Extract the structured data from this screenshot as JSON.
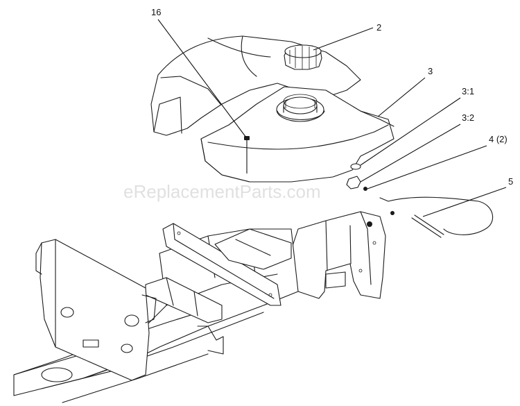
{
  "watermark": "eReplacementParts.com",
  "callouts": [
    {
      "id": "16",
      "label": "16"
    },
    {
      "id": "2",
      "label": "2"
    },
    {
      "id": "3",
      "label": "3"
    },
    {
      "id": "3-1",
      "label": "3:1"
    },
    {
      "id": "3-2",
      "label": "3:2"
    },
    {
      "id": "4",
      "label": "4 (2)"
    },
    {
      "id": "5",
      "label": "5"
    }
  ]
}
